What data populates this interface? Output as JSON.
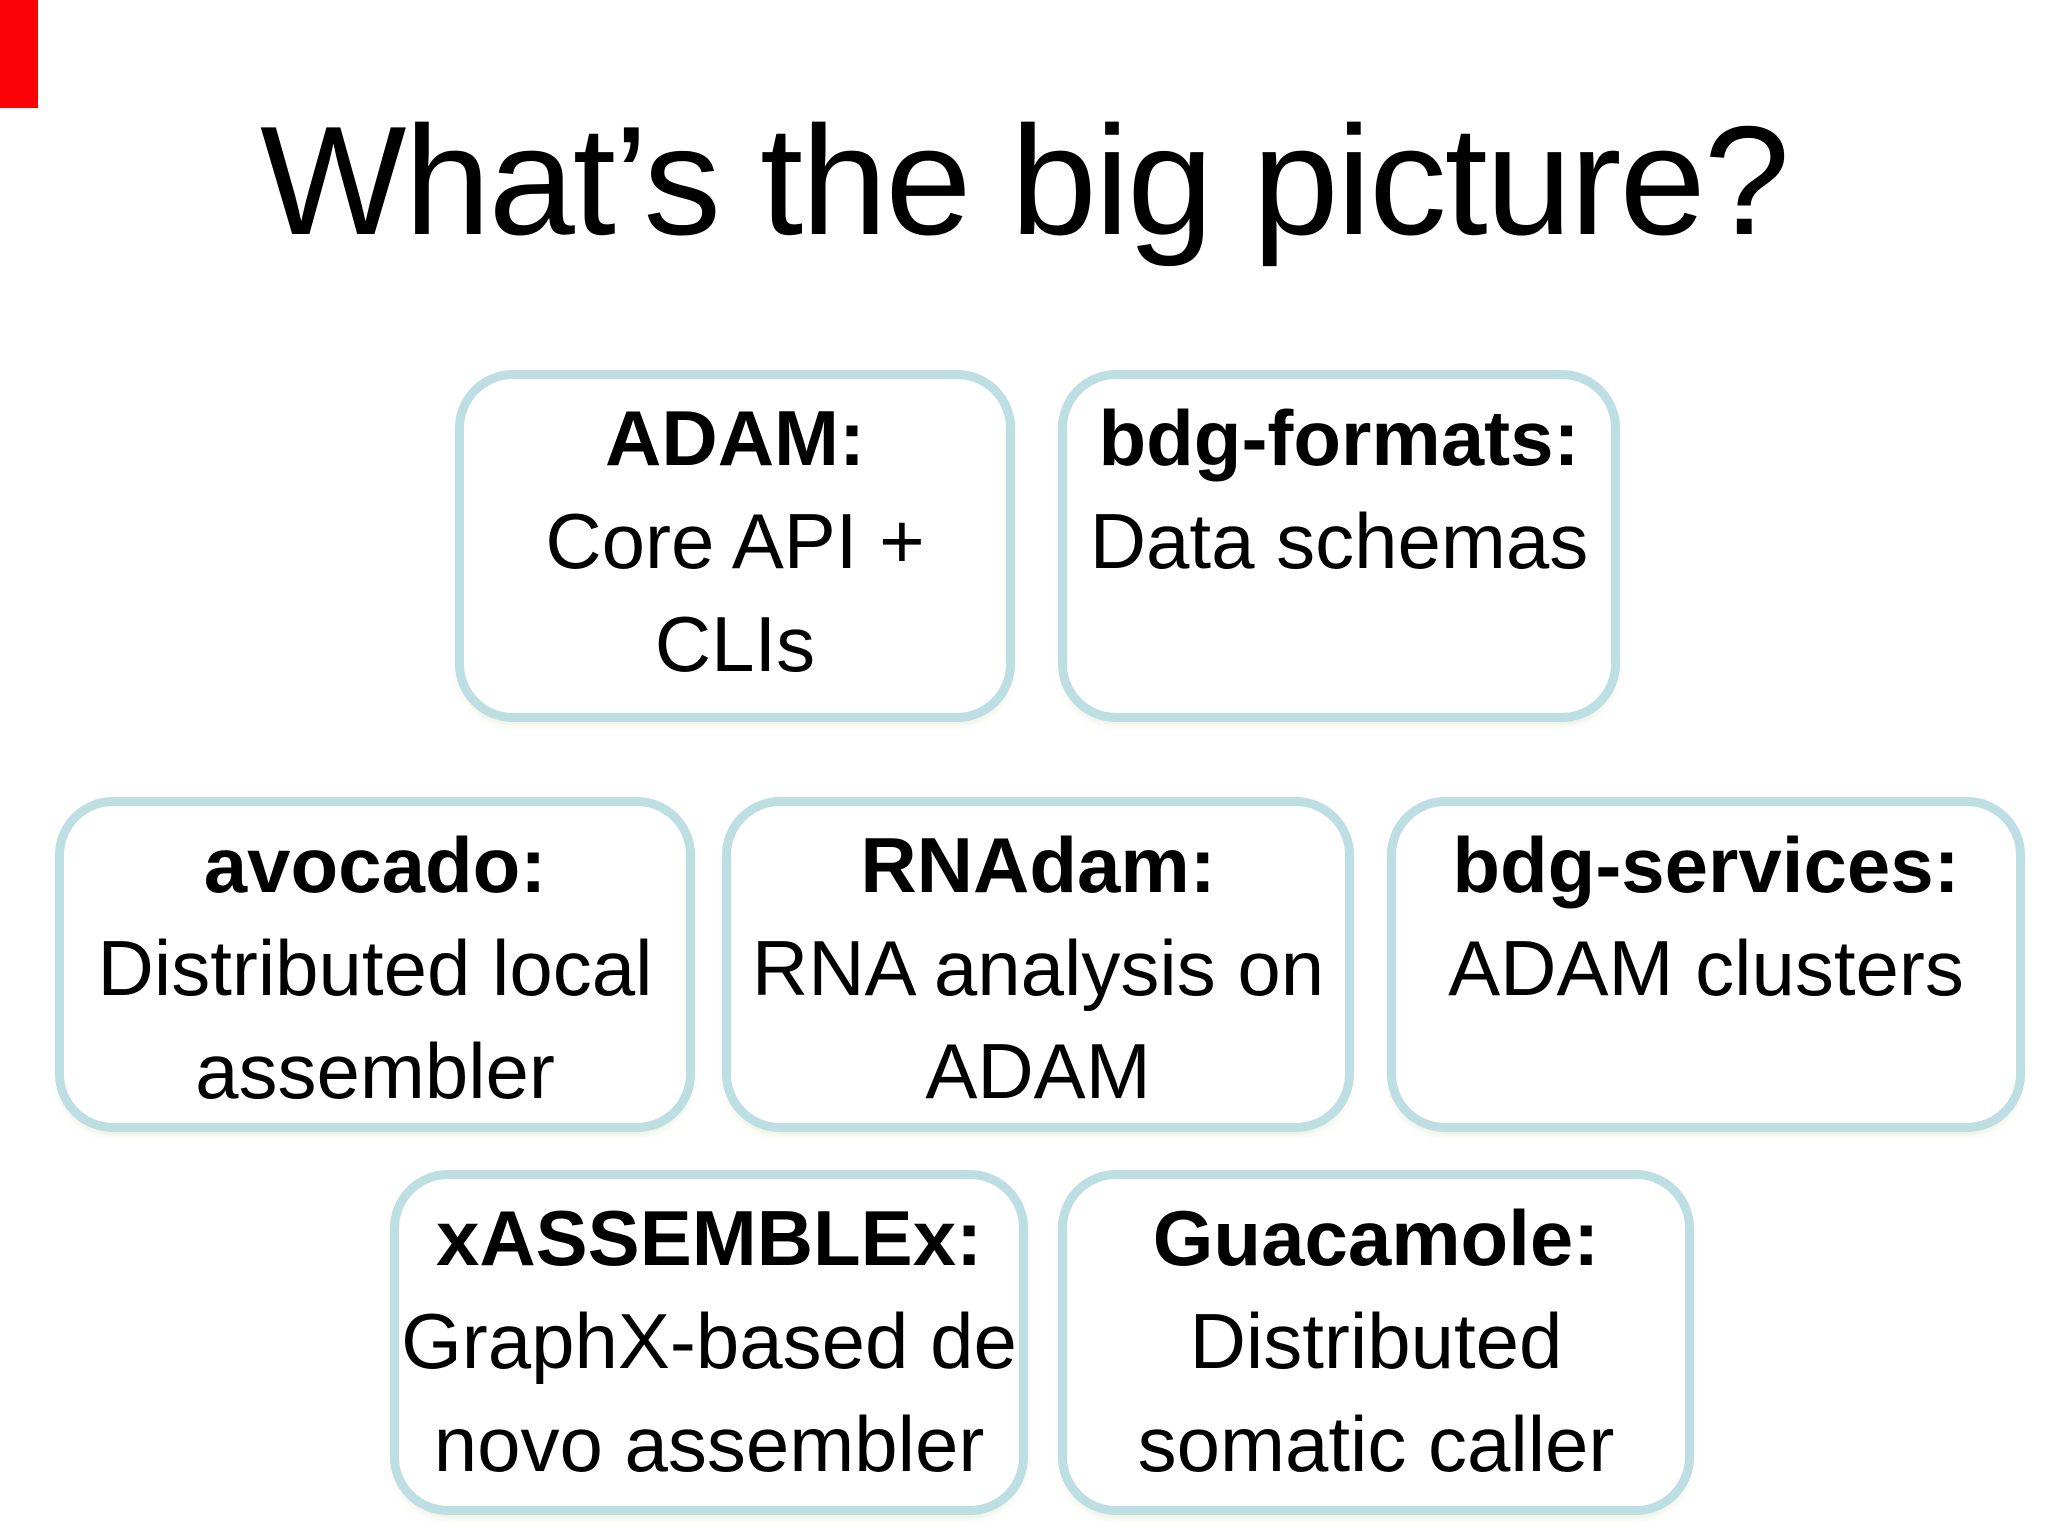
{
  "slide": {
    "title": "What’s the big picture?",
    "colors": {
      "background": "#ffffff",
      "box_border": "#bddee2",
      "text": "#000000",
      "red_bar": "#fa0306"
    },
    "boxes": [
      {
        "id": "adam",
        "name": "ADAM:",
        "lines": [
          "Core API +",
          "CLIs"
        ]
      },
      {
        "id": "bdg-formats",
        "name": "bdg-formats:",
        "lines": [
          "Data schemas"
        ]
      },
      {
        "id": "avocado",
        "name": "avocado:",
        "lines": [
          "Distributed local",
          "assembler"
        ]
      },
      {
        "id": "rnadam",
        "name": "RNAdam:",
        "lines": [
          "RNA analysis on",
          "ADAM"
        ]
      },
      {
        "id": "bdg-services",
        "name": "bdg-services:",
        "lines": [
          "ADAM clusters"
        ]
      },
      {
        "id": "xassemblex",
        "name": "xASSEMBLEx:",
        "lines": [
          "GraphX-based de",
          "novo assembler"
        ]
      },
      {
        "id": "guacamole",
        "name": "Guacamole:",
        "lines": [
          "Distributed",
          "somatic caller"
        ]
      }
    ]
  }
}
